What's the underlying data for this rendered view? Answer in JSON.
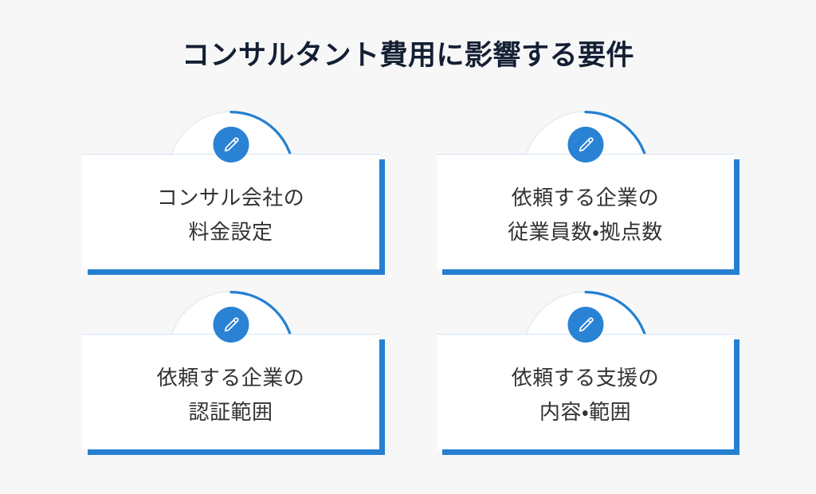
{
  "page": {
    "title": "コンサルタント費用に影響する要件",
    "background_color": "#f7f7f8",
    "title_color": "#141f33",
    "accent_color": "#2580d0",
    "badge_color": "#2a82d4",
    "card_background": "#ffffff",
    "card_text_color": "#333333",
    "card_border_color": "#d4e3f2"
  },
  "cards": [
    {
      "icon": "pencil-icon",
      "line1": "コンサル会社の",
      "line2": "料金設定",
      "label": "コンサル会社の\n料金設定"
    },
    {
      "icon": "pencil-icon",
      "line1": "依頼する企業の",
      "line2": "従業員数・拠点数",
      "label": "依頼する企業の\n従業員数・拠点数"
    },
    {
      "icon": "pencil-icon",
      "line1": "依頼する企業の",
      "line2": "認証範囲",
      "label": "依頼する企業の\n認証範囲"
    },
    {
      "icon": "pencil-icon",
      "line1": "依頼する支援の",
      "line2": "内容・範囲",
      "label": "依頼する支援の\n内容・範囲"
    }
  ]
}
